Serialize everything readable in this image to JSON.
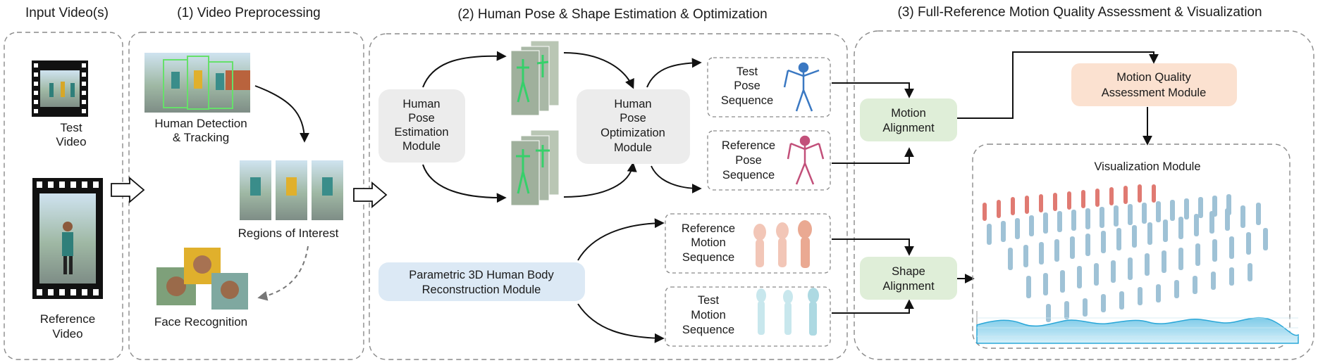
{
  "titles": {
    "input": "Input Video(s)",
    "s1": "(1) Video Preprocessing",
    "s2": "(2) Human Pose &  Shape Estimation & Optimization",
    "s3": "(3) Full-Reference Motion Quality Assessment & Visualization"
  },
  "input": {
    "test_l1": "Test",
    "test_l2": "Video",
    "ref_l1": "Reference",
    "ref_l2": "Video"
  },
  "pre": {
    "det_l1": "Human Detection",
    "det_l2": "& Tracking",
    "roi": "Regions of Interest",
    "face": "Face Recognition"
  },
  "pose": {
    "hpe_l1": "Human",
    "hpe_l2": "Pose",
    "hpe_l3": "Estimation",
    "hpe_l4": "Module",
    "hpo_l1": "Human",
    "hpo_l2": "Pose",
    "hpo_l3": "Optimization",
    "hpo_l4": "Module",
    "tps_l1": "Test",
    "tps_l2": "Pose",
    "tps_l3": "Sequence",
    "rps_l1": "Reference",
    "rps_l2": "Pose",
    "rps_l3": "Sequence",
    "p3d_l1": "Parametric 3D Human Body",
    "p3d_l2": "Reconstruction Module",
    "rms_l1": "Reference",
    "rms_l2": "Motion",
    "rms_l3": "Sequence",
    "tms_l1": "Test",
    "tms_l2": "Motion",
    "tms_l3": "Sequence"
  },
  "assess": {
    "ma_l1": "Motion",
    "ma_l2": "Alignment",
    "sa_l1": "Shape",
    "sa_l2": "Alignment",
    "mqa_l1": "Motion Quality",
    "mqa_l2": "Assessment Module",
    "vis": "Visualization Module"
  },
  "colors": {
    "gray_module": "#ececec",
    "blue_module": "#dce9f5",
    "green_module": "#dfeed8",
    "orange_module": "#fbe1d0",
    "test_skeleton": "#3a78c2",
    "ref_skeleton": "#c2507a",
    "chart_fill": "#a9dcef"
  }
}
